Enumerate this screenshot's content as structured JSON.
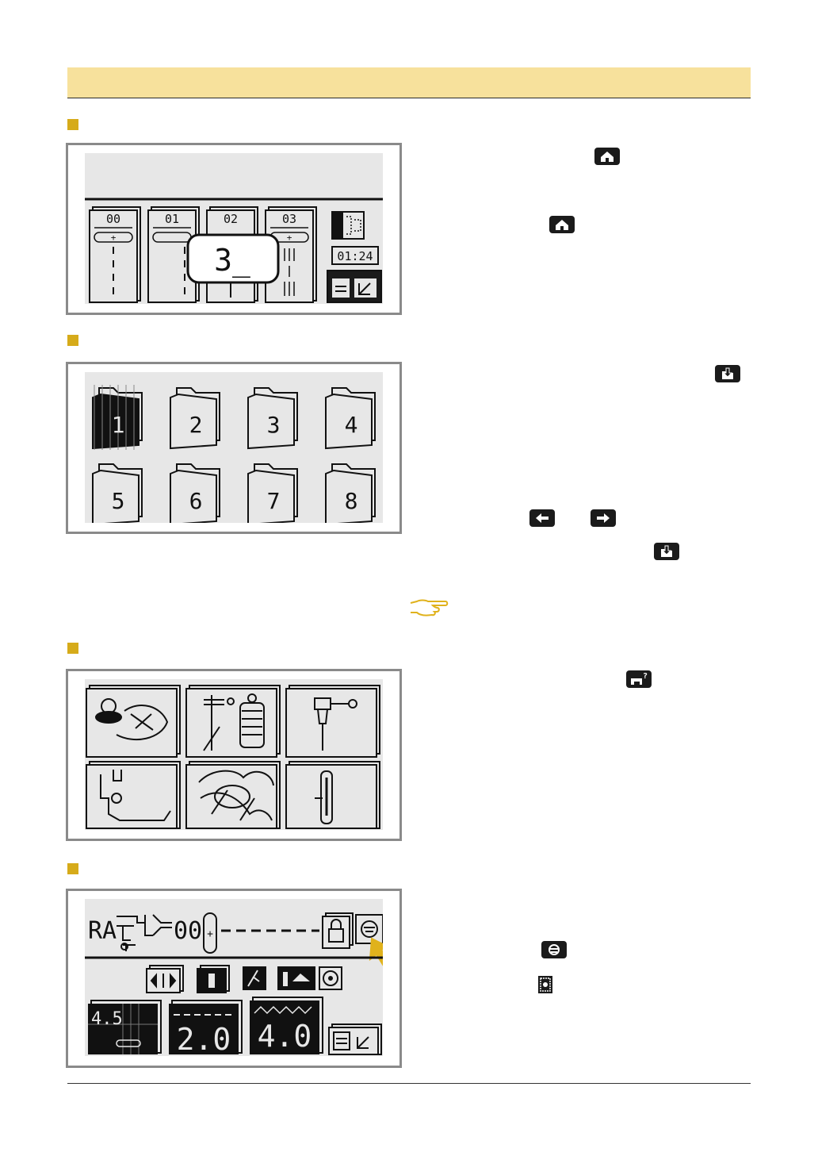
{
  "screen1": {
    "stitch_numbers": [
      "00",
      "01",
      "02",
      "03"
    ],
    "popup_value": "3_",
    "time": "01:24"
  },
  "screen2": {
    "folders": [
      "1",
      "2",
      "3",
      "4",
      "5",
      "6",
      "7",
      "8"
    ]
  },
  "screen4": {
    "prefix": "RA",
    "stitch_no": "00",
    "values": [
      "4.5",
      "2.0",
      "4.0"
    ]
  },
  "colors": {
    "header_band": "#f7e19c",
    "bullet": "#d6ab1a",
    "frame": "#8a8a8a",
    "lcd_bg": "#e7e7e7",
    "accent_arrow": "#e0b21c"
  },
  "icons": [
    "home-icon",
    "folder-save-icon",
    "arrow-left-icon",
    "arrow-right-icon",
    "pointing-hand-icon",
    "help-machine-icon",
    "bobbin-icon",
    "bobbin-small-icon",
    "cursor-arrow-icon"
  ]
}
